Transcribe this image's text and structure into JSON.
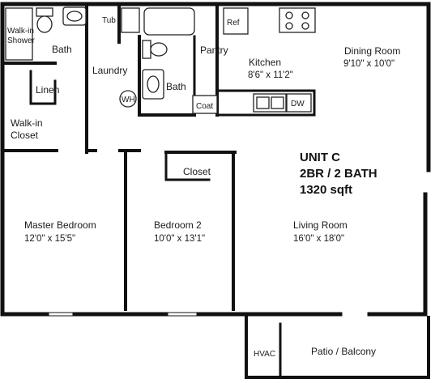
{
  "unit": {
    "name": "UNIT C",
    "layout": "2BR / 2 BATH",
    "area": "1320 sqft"
  },
  "rooms": {
    "walk_in_shower": {
      "line1": "Walk-in",
      "line2": "Shower"
    },
    "bath_master": "Bath",
    "tub": "Tub",
    "ref": "Ref",
    "pantry": "Pantry",
    "kitchen": {
      "name": "Kitchen",
      "dims": "8'6\" x 11'2\""
    },
    "dining_room": {
      "name": "Dining Room",
      "dims": "9'10\" x 10'0\""
    },
    "laundry": "Laundry",
    "bath_second": "Bath",
    "linen": "Linen",
    "walk_in_closet": {
      "line1": "Walk-in",
      "line2": "Closet"
    },
    "water_heater": "WH",
    "coat": "Coat",
    "dishwasher": "DW",
    "closet": "Closet",
    "master_bedroom": {
      "name": "Master Bedroom",
      "dims": "12'0\" x 15'5\""
    },
    "bedroom_2": {
      "name": "Bedroom 2",
      "dims": "10'0\" x 13'1\""
    },
    "living_room": {
      "name": "Living Room",
      "dims": "16'0\" x 18'0\""
    },
    "hvac": "HVAC",
    "patio": "Patio / Balcony"
  }
}
